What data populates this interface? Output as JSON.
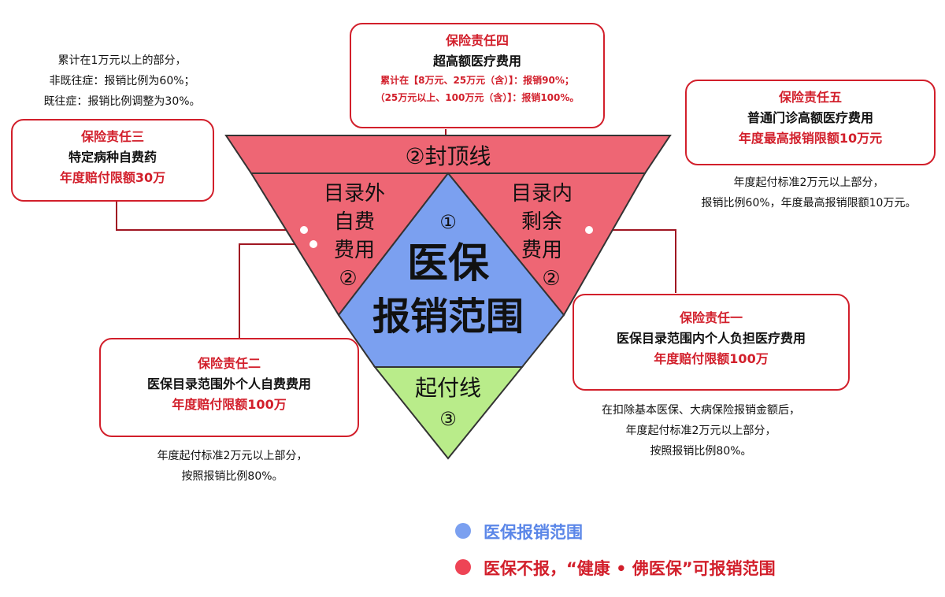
{
  "triangle": {
    "cap_line": "②封顶线",
    "out_of_list": [
      "目录外",
      "自费",
      "费用",
      "②"
    ],
    "in_list_remaining": [
      "目录内",
      "剩余",
      "费用",
      "②"
    ],
    "center_marker": "①",
    "center_title": [
      "医保",
      "报销范围"
    ],
    "deductible_line": "起付线",
    "deductible_marker": "③"
  },
  "boxes": {
    "duty4": {
      "title": "保险责任四",
      "desc": "超高额医疗费用",
      "lines": [
        "累计在【8万元、25万元（含）】：报销90%；",
        "（25万元以上、100万元（含）】：报销100%。"
      ]
    },
    "duty5": {
      "title": "保险责任五",
      "desc": "普通门诊高额医疗费用",
      "limit": "年度最高报销限额10万元"
    },
    "duty3": {
      "title": "保险责任三",
      "desc": "特定病种自费药",
      "limit": "年度赔付限额30万"
    },
    "duty2": {
      "title": "保险责任二",
      "desc": "医保目录范围外个人自费费用",
      "limit": "年度赔付限额100万"
    },
    "duty1": {
      "title": "保险责任一",
      "desc": "医保目录范围内个人负担医疗费用",
      "limit": "年度赔付限额100万"
    }
  },
  "notes": {
    "top_left": [
      "累计在1万元以上的部分，",
      "非既往症：报销比例为60%；",
      "既往症：报销比例调整为30%。"
    ],
    "right_top": [
      "年度起付标准2万元以上部分，",
      "报销比例60%，年度最高报销限额10万元。"
    ],
    "right_bottom": [
      "在扣除基本医保、大病保险报销金额后，",
      "年度起付标准2万元以上部分，",
      "按照报销比例80%。"
    ],
    "left_bottom": [
      "年度起付标准2万元以上部分，",
      "按照报销比例80%。"
    ]
  },
  "legend": [
    {
      "color": "#7ba0f0",
      "text_color": "#5a86e8",
      "text": "医保报销范围"
    },
    {
      "color": "#ee4455",
      "text_color": "#d21f2b",
      "text": "医保不报，“健康 • 佛医保”可报销范围"
    }
  ],
  "colors": {
    "red_fill": "#ee6674",
    "blue_fill": "#7ba0f0",
    "green_fill": "#b9ec8a",
    "accent_red": "#d21f2b",
    "outline": "#333333"
  }
}
